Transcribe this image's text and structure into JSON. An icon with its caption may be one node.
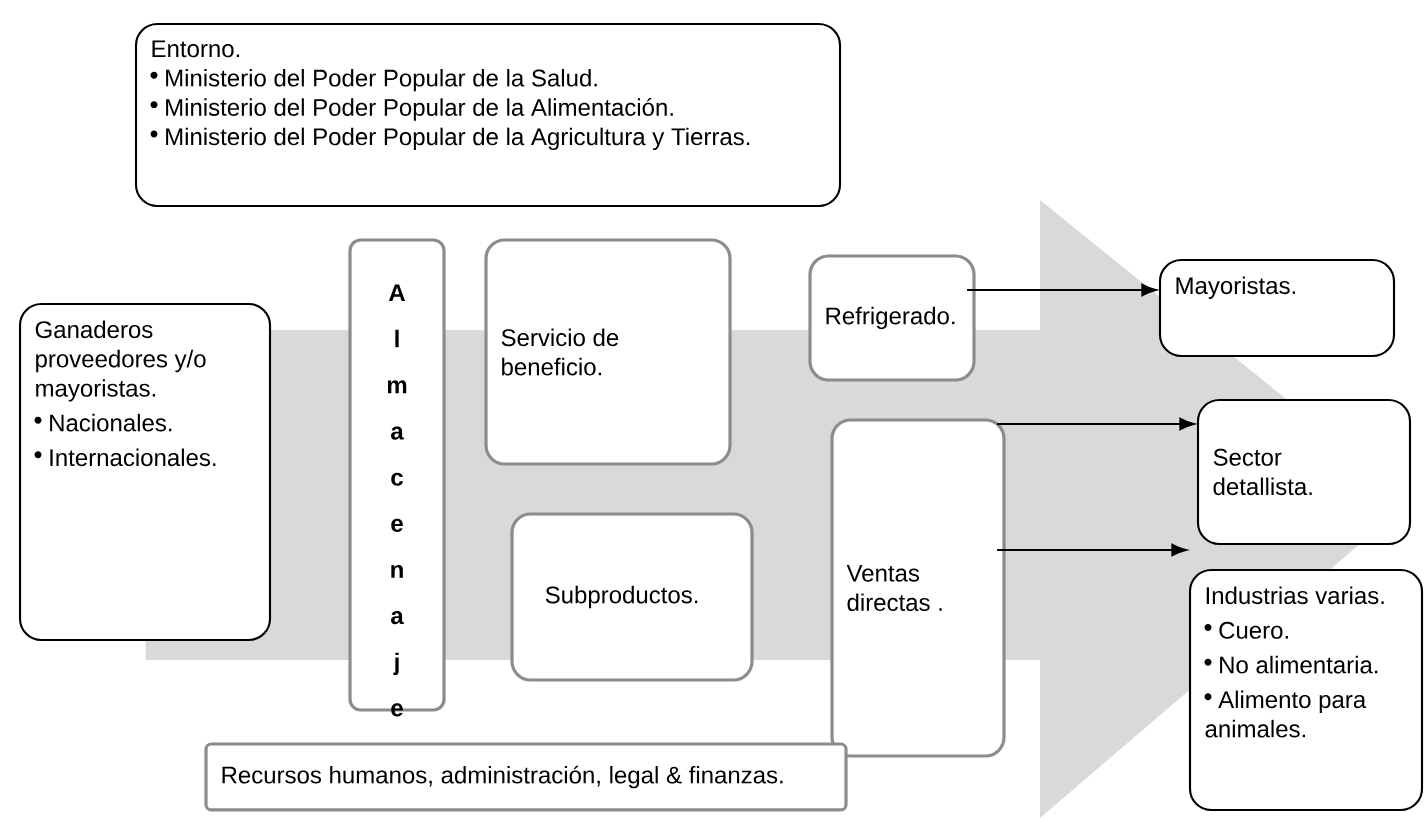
{
  "diagram": {
    "nodes": [
      {
        "text": [
          "Entorno.",
          "Ministerio  del Poder Popular de la Salud.",
          "Ministerio  del Poder Popular de la Alimentación.",
          "Ministerio del Poder Popular de la Agricultura y Tierras."
        ]
      },
      {
        "text": [
          "Ganaderos proveedores y/o mayoristas.",
          "Nacionales.",
          "Internacionales."
        ]
      },
      {
        "text": [
          "Almacenaje"
        ]
      },
      {
        "text": [
          "Servicio de beneficio."
        ]
      },
      {
        "text": [
          "Subproductos."
        ]
      },
      {
        "text": [
          "Refrigerado."
        ]
      },
      {
        "text": [
          "Ventas directas ."
        ]
      },
      {
        "text": [
          "Mayoristas."
        ]
      },
      {
        "text": [
          "Sector detallista."
        ]
      },
      {
        "text": [
          "Industrias varias.",
          "Cuero.",
          "No alimentaria.",
          "Alimento para animales."
        ]
      },
      {
        "text": [
          "Recursos humanos, administración, legal & finanzas."
        ]
      }
    ],
    "edges": [
      {
        "from": 1,
        "to": 8,
        "arrow": "to",
        "style": "thick",
        "color": "#d9d9d9"
      },
      {
        "from": 5,
        "to": 7,
        "arrow": "to"
      },
      {
        "from": 6,
        "to": 8,
        "arrow": "to"
      },
      {
        "from": 6,
        "to": 9,
        "arrow": "to"
      }
    ]
  }
}
